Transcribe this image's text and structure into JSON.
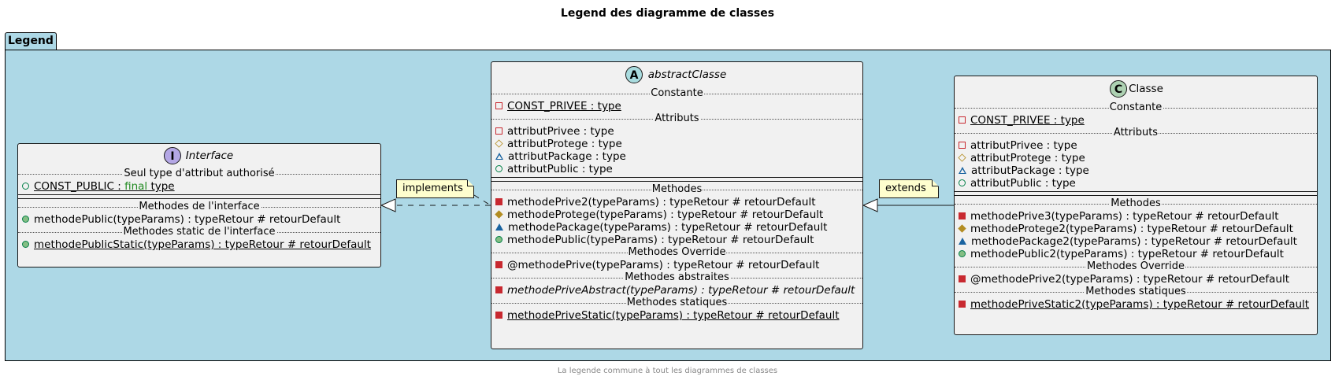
{
  "title": "Legend des diagramme de classes",
  "footer": "La legende commune à tout les diagrammes de classes",
  "package": {
    "name": "Legend"
  },
  "interface": {
    "stereo": "I",
    "name": "Interface",
    "sec_attr": "Seul type d'attribut authorisé",
    "const_name": "CONST_PUBLIC : ",
    "const_kw": "final",
    "const_type": " type",
    "sec_methods": "Methodes de l'interface",
    "m_public": "methodePublic(typeParams) : typeRetour # retourDefault",
    "sec_static": "Methodes static de l'interface",
    "m_static": "methodePublicStatic(typeParams) : typeRetour # retourDefault"
  },
  "abstract_class": {
    "stereo": "A",
    "name": "abstractClasse",
    "sec_const": "Constante",
    "const": "CONST_PRIVEE : type",
    "sec_attr": "Attributs",
    "attrs": [
      "attributPrivee : type",
      "attributProtege : type",
      "attributPackage : type",
      "attributPublic : type"
    ],
    "sec_methods": "Methodes",
    "methods": [
      "methodePrive2(typeParams) : typeRetour # retourDefault",
      "methodeProtege(typeParams) : typeRetour # retourDefault",
      "methodePackage(typeParams) : typeRetour # retourDefault",
      "methodePublic(typeParams) : typeRetour # retourDefault"
    ],
    "sec_override": "Methodes Override",
    "override": "@methodePrive(typeParams) : typeRetour # retourDefault",
    "sec_abstract": "Methodes abstraites",
    "abstract": "methodePriveAbstract(typeParams) : typeRetour # retourDefault",
    "sec_static": "Methodes statiques",
    "static": "methodePriveStatic(typeParams) : typeRetour # retourDefault"
  },
  "class": {
    "stereo": "C",
    "name": "Classe",
    "sec_const": "Constante",
    "const": "CONST_PRIVEE : type",
    "sec_attr": "Attributs",
    "attrs": [
      "attributPrivee : type",
      "attributProtege : type",
      "attributPackage : type",
      "attributPublic : type"
    ],
    "sec_methods": "Methodes",
    "methods": [
      "methodePrive3(typeParams) : typeRetour # retourDefault",
      "methodeProtege2(typeParams) : typeRetour # retourDefault",
      "methodePackage2(typeParams) : typeRetour # retourDefault",
      "methodePublic2(typeParams) : typeRetour # retourDefault"
    ],
    "sec_override": "Methodes Override",
    "override": "@methodePrive2(typeParams) : typeRetour # retourDefault",
    "sec_static": "Methodes statiques",
    "static": "methodePriveStatic2(typeParams) : typeRetour # retourDefault"
  },
  "notes": {
    "implements": "implements",
    "extends": "extends"
  },
  "colors": {
    "package_bg": "#add8e6",
    "class_bg": "#f1f1f1",
    "note_bg": "#fefece",
    "interface_circle": "#b4a7e5",
    "abstract_circle": "#a9dcdf",
    "class_circle": "#add1b2",
    "keyword": "#228b22"
  }
}
